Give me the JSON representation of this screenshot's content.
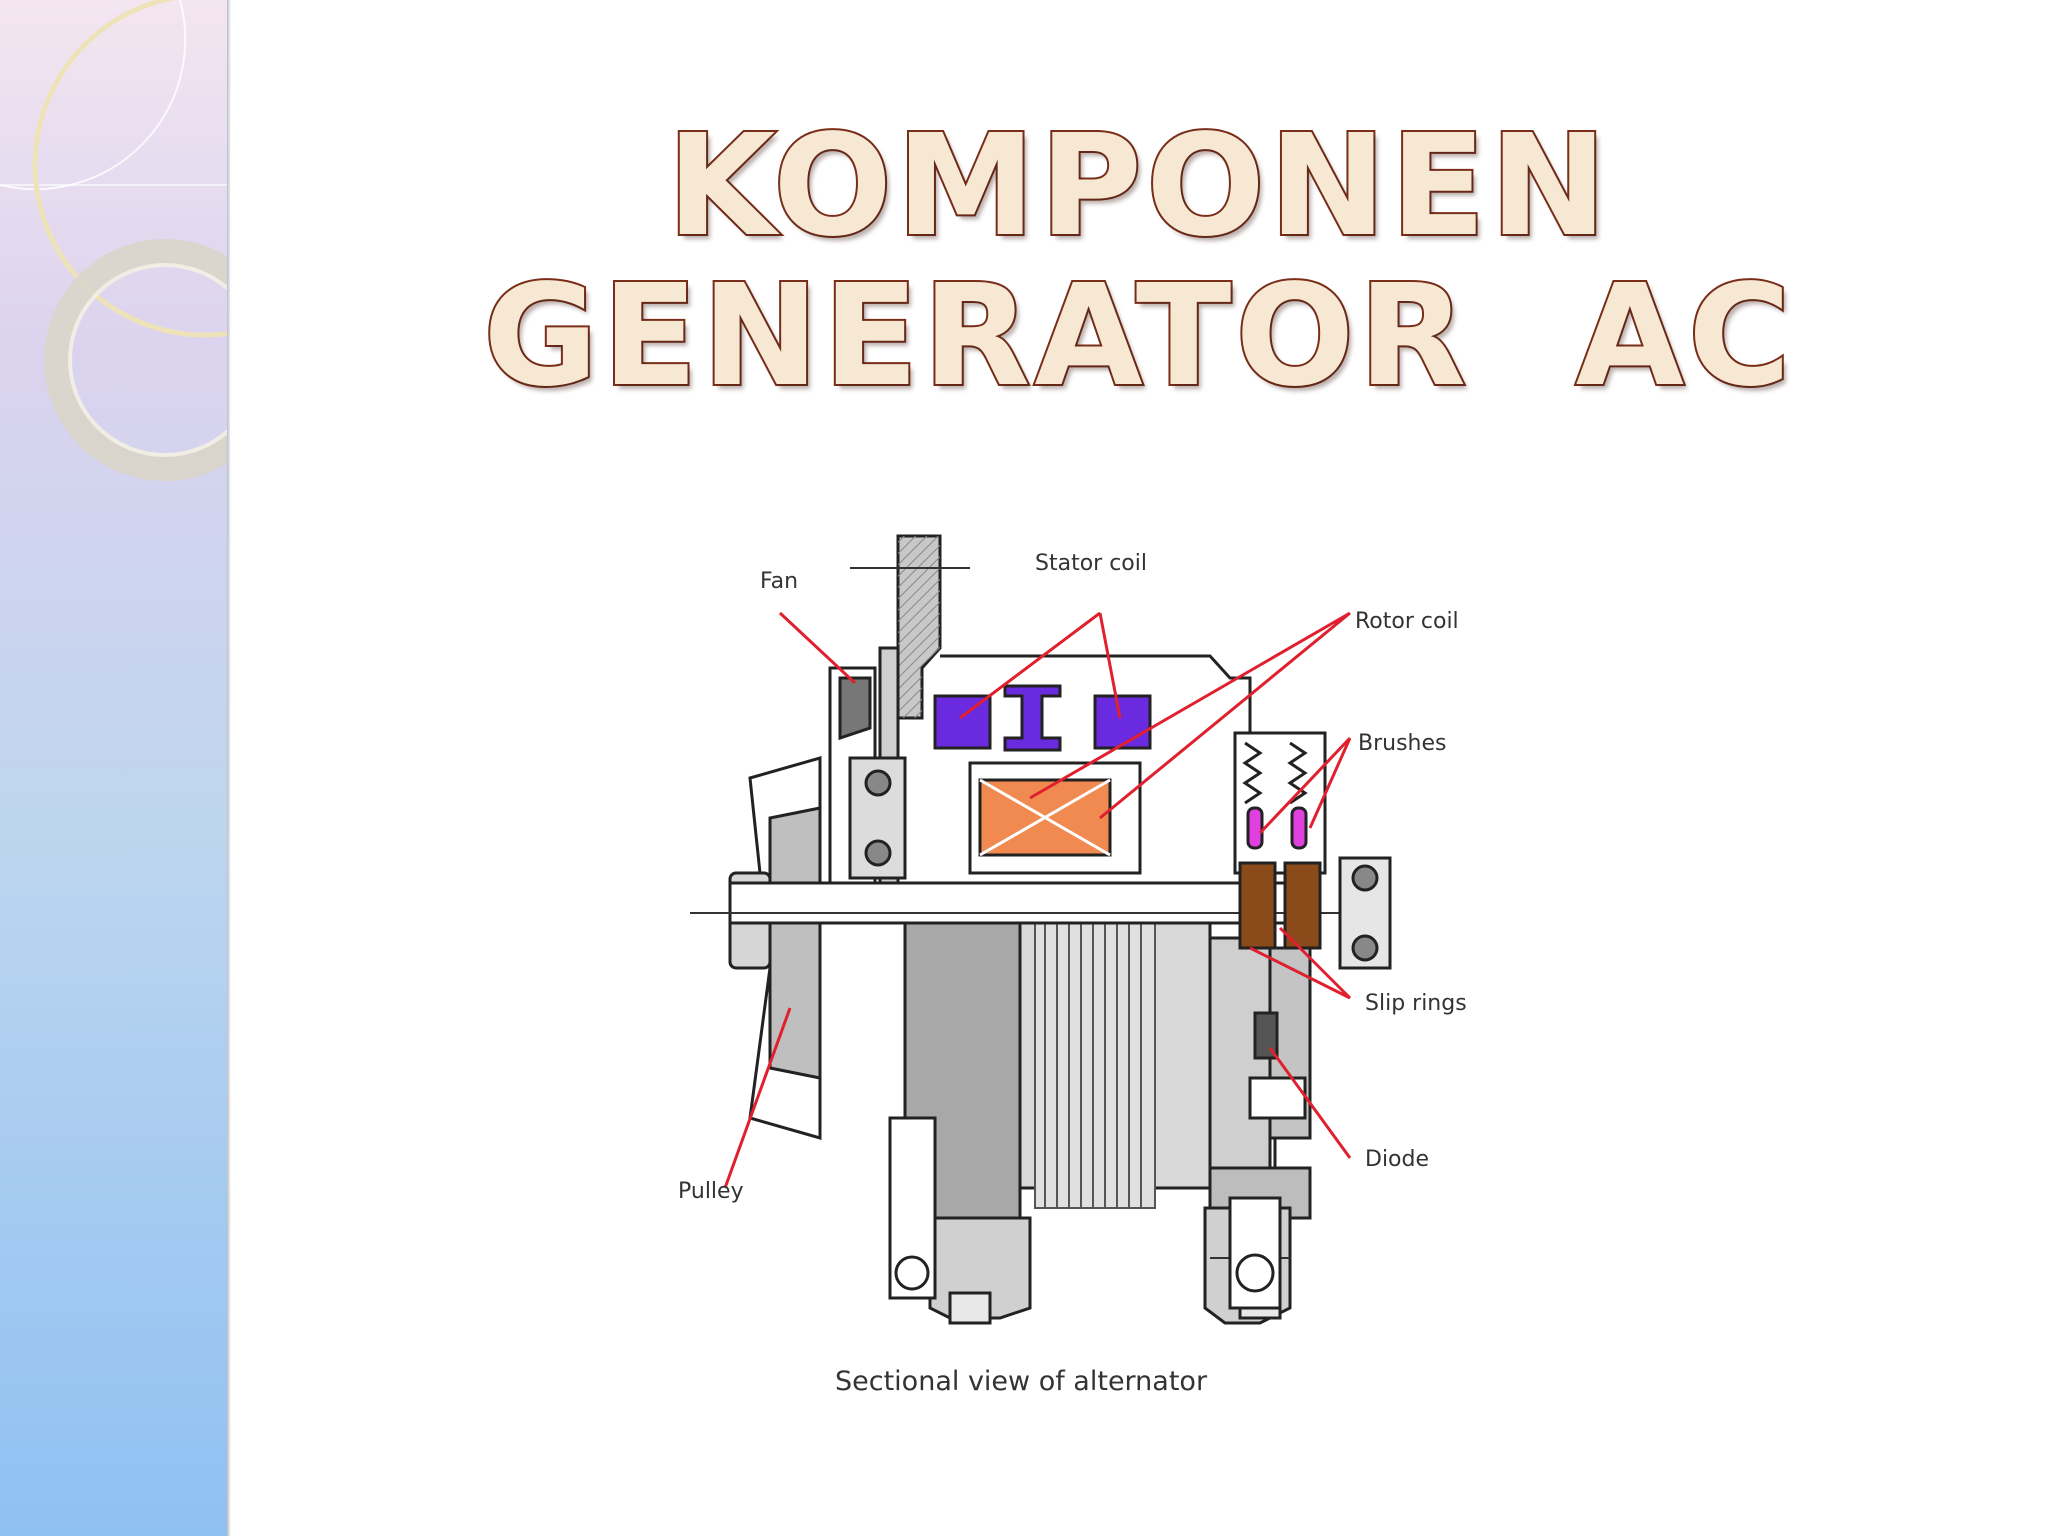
{
  "slide": {
    "title_line1": "KOMPONEN",
    "title_line2": "GENERATOR  AC"
  },
  "diagram": {
    "labels": {
      "fan": "Fan",
      "stator_coil": "Stator coil",
      "rotor_coil": "Rotor coil",
      "brushes": "Brushes",
      "slip_rings": "Slip rings",
      "diode": "Diode",
      "pulley": "Pulley"
    },
    "caption": "Sectional view of alternator"
  },
  "colors": {
    "title_fill": "#f6e8d2",
    "title_outline": "#7a2e1a",
    "leader_line": "#e0202e",
    "stator_coil": "#6a2be0",
    "rotor_coil": "#f08a50",
    "brushes": "#e040e0",
    "slip_rings": "#8a4a1a"
  }
}
